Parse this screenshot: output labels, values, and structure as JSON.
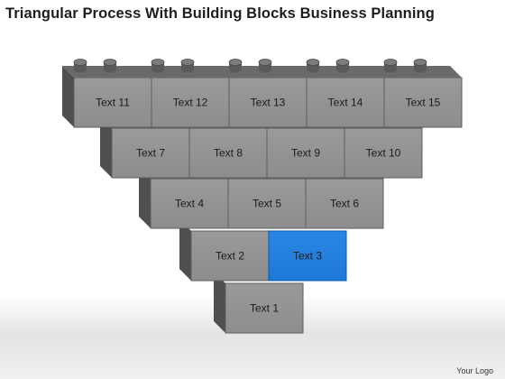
{
  "title": "Triangular Process With Building Blocks Business Planning",
  "logo": "Your Logo",
  "colors": {
    "block_front": "#8d8d8d",
    "block_side": "#4f4f4f",
    "block_top": "#6a6a6a",
    "highlight_front": "#1e78d6",
    "highlight_side": "#0f4f99"
  },
  "rows": [
    {
      "blocks": [
        {
          "label": "Text 11"
        },
        {
          "label": "Text 12"
        },
        {
          "label": "Text 13"
        },
        {
          "label": "Text 14"
        },
        {
          "label": "Text 15"
        }
      ]
    },
    {
      "blocks": [
        {
          "label": "Text 7"
        },
        {
          "label": "Text 8"
        },
        {
          "label": "Text 9"
        },
        {
          "label": "Text 10"
        }
      ]
    },
    {
      "blocks": [
        {
          "label": "Text 4"
        },
        {
          "label": "Text 5"
        },
        {
          "label": "Text 6"
        }
      ]
    },
    {
      "blocks": [
        {
          "label": "Text 2"
        },
        {
          "label": "Text 3",
          "highlight": true
        }
      ]
    },
    {
      "blocks": [
        {
          "label": "Text 1"
        }
      ]
    }
  ]
}
